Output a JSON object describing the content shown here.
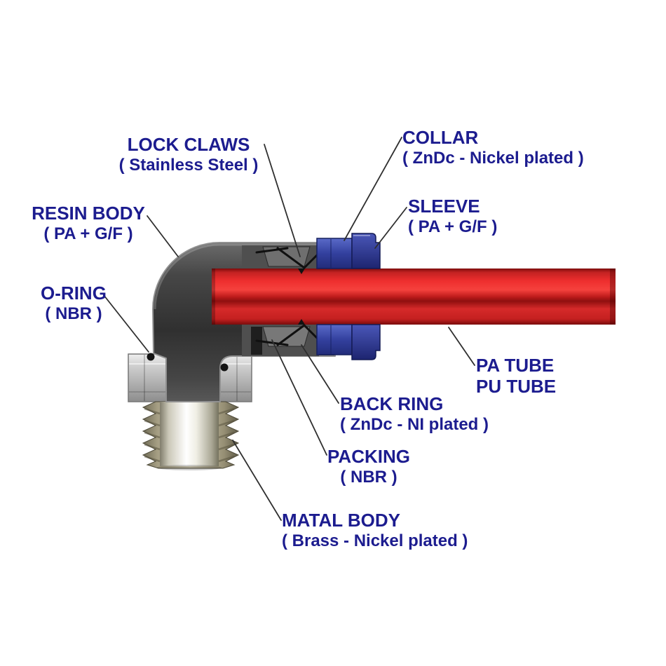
{
  "figure": {
    "type": "technical-cutaway-diagram",
    "subject": "push-in elbow pneumatic fitting cross-section",
    "background": "#ffffff",
    "labels": [
      {
        "id": "lock-claws",
        "title": "LOCK CLAWS",
        "subtitle": "( Stainless Steel )"
      },
      {
        "id": "collar",
        "title": "COLLAR",
        "subtitle": "( ZnDc - Nickel plated )"
      },
      {
        "id": "sleeve",
        "title": "SLEEVE",
        "subtitle": "( PA + G/F )"
      },
      {
        "id": "resin-body",
        "title": "RESIN BODY",
        "subtitle": "( PA + G/F )"
      },
      {
        "id": "o-ring",
        "title": "O-RING",
        "subtitle": "( NBR )"
      },
      {
        "id": "pa-tube",
        "title": "PA TUBE",
        "subtitle": "PU TUBE"
      },
      {
        "id": "back-ring",
        "title": "BACK RING",
        "subtitle": "( ZnDc - NI plated )"
      },
      {
        "id": "packing",
        "title": "PACKING",
        "subtitle": "( NBR )"
      },
      {
        "id": "matal-body",
        "title": "MATAL BODY",
        "subtitle": "( Brass - Nickel plated )"
      }
    ],
    "colors": {
      "label_text": "#1c1c8f",
      "leader_line": "#2f2f2f",
      "tube_red": "#e03030",
      "resin_body_dark": "#3a3a3a",
      "collar_blue": "#33409e",
      "metal_nut_gray": "#c9c9c9",
      "thread_olive": "#b5ae93"
    }
  }
}
